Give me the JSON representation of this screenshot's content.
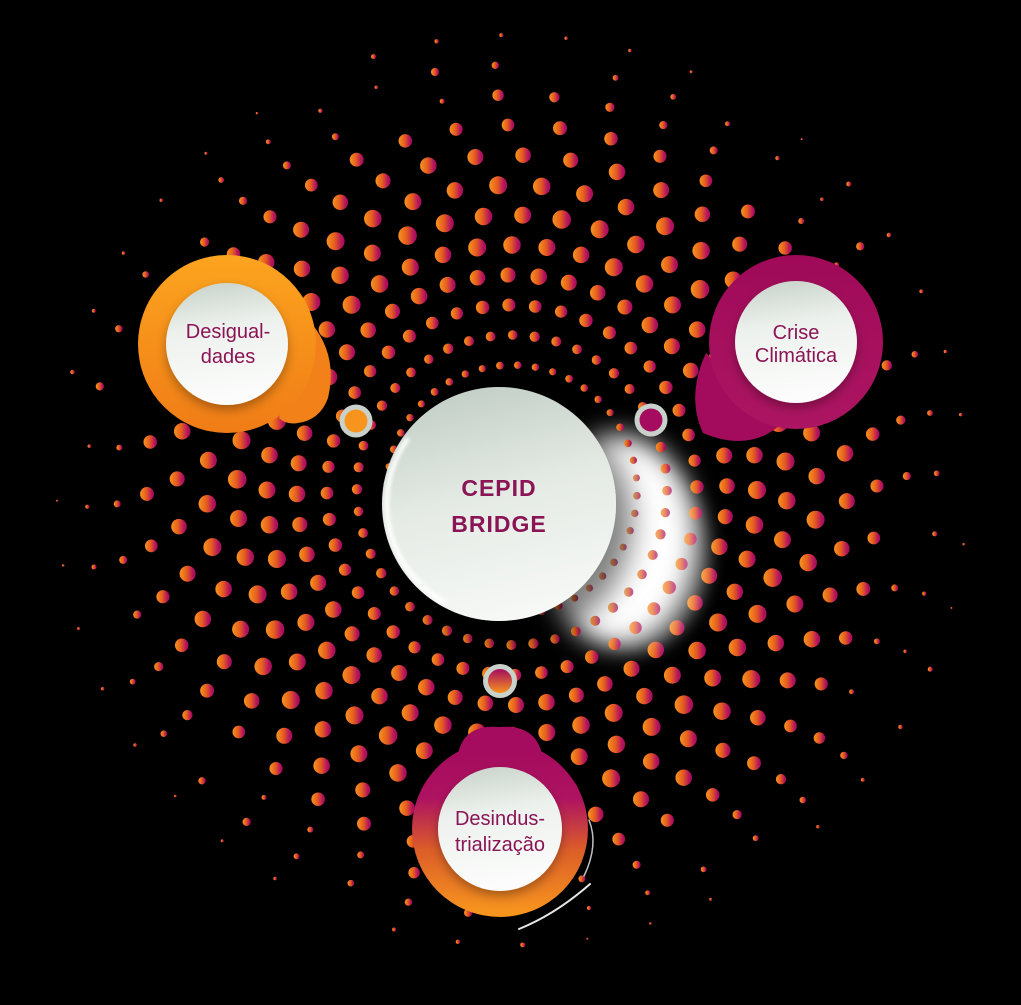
{
  "title": "CEPID BRIDGE",
  "center": {
    "label": "CEPID BRIDGE",
    "line1": "CEPID",
    "line2": "BRIDGE"
  },
  "satellites": [
    {
      "id": "desigualdades",
      "label": "Desigualdades",
      "line1": "Desigual-",
      "line2": "dades",
      "ring_color": "#F7941E"
    },
    {
      "id": "crise-climatica",
      "label": "Crise Climática",
      "line1": "Crise",
      "line2": "Climática",
      "ring_color": "#A50B5E"
    },
    {
      "id": "desindustrializacao",
      "label": "Desindustrialização",
      "line1": "Desindus-",
      "line2": "trialização",
      "ring_color": "#A50B5E → #F7941E"
    }
  ],
  "palette": {
    "background": "#000000",
    "orange": "#F7941E",
    "magenta": "#A50B5E",
    "text_magenta": "#8A1455",
    "sage_ring": "#C8D2CB",
    "bubble_white": "#F7F9F7"
  }
}
